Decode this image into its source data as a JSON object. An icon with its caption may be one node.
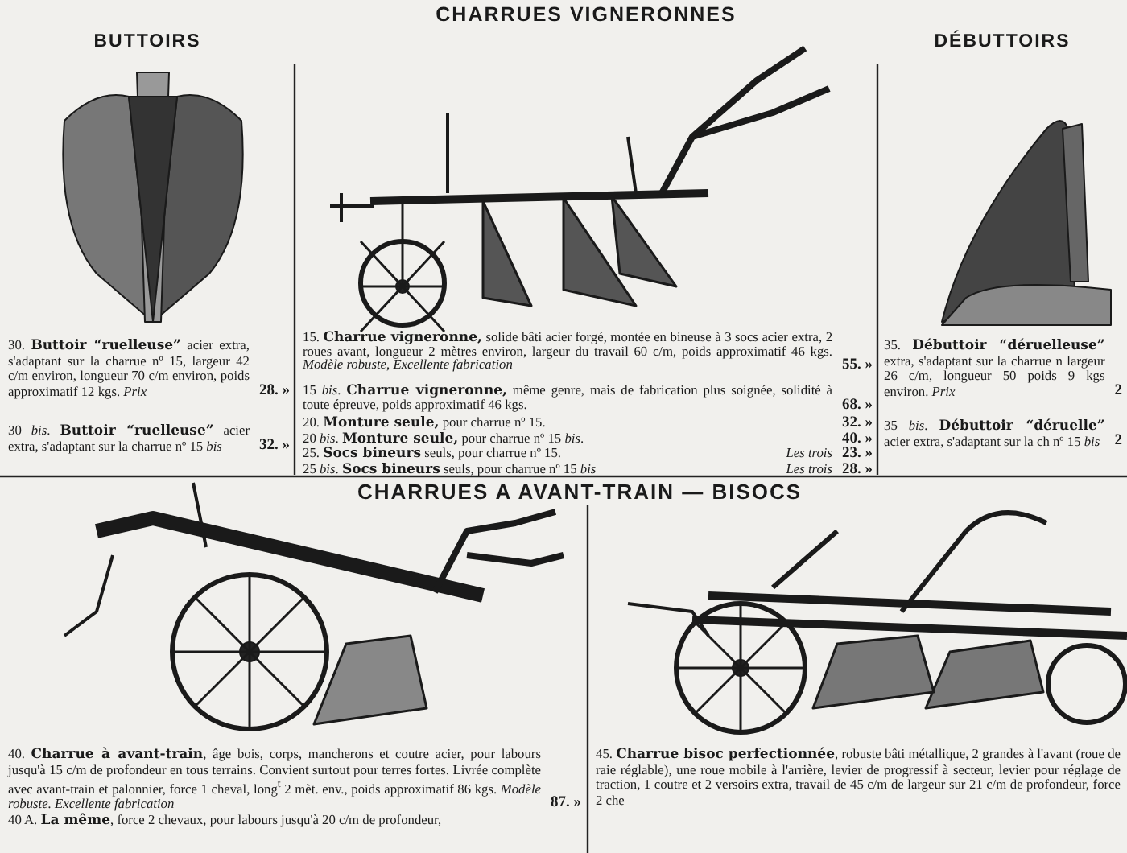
{
  "diagram": {
    "labels": [
      "BUTTOIRS",
      "CHARRUES VIGNERONNES",
      "DÉBUTTOIRS",
      "30. **Buttoir “ruelleuse”** acier extra, s'adaptant sur la charrue nº 15, largeur 42 c/m environ, longueur 70 c/m environ, poids approximatif 12 kgs. *Prix*",
      "28. »",
      "30 *bis*. **Buttoir “ruelleuse”** acier extra, s'adaptant sur la charrue nº 15 *bis*",
      "32. »",
      "15. **Charrue vigneronne,** solide bâti acier forgé, montée en bineuse à 3 socs acier extra, 2 roues avant, longueur 2 mètres environ, largeur du travail 60 c/m, poids approximatif 46 kgs. *Modèle robuste, Excellente fabrication*",
      "55. »",
      "15 *bis*. **Charrue vigneronne,** même genre, mais de fabrication plus soignée, solidité à toute épreuve, poids approximatif 46 kgs.",
      "68. »",
      "20. **Monture seule,** pour charrue nº 15.",
      "32. »",
      "20 *bis*. **Monture seule,** pour charrue nº 15 *bis*.",
      "40. »",
      "25. **Socs bineurs** seuls, pour charrue nº 15.",
      "Les trois",
      "23. »",
      "25 *bis*. **Socs bineurs** seuls, pour charrue nº 15 *bis*",
      "Les trois",
      "28. »",
      "35. **Débuttoir “déruelleuse”** extra, s'adaptant sur la charrue n largeur 26 c/m, longueur 50 poids 9 kgs environ. *Prix*",
      "2",
      "35 *bis*. **Débuttoir “déruelle”** acier extra, s'adaptant sur la ch nº 15 *bis*",
      "2",
      "CHARRUES A AVANT-TRAIN — BISOCS",
      "40. **Charrue à avant-train**, âge bois, corps, mancherons et coutre acier, pour labours jusqu'à 15 c/m de profondeur en tous terrains. Convient surtout pour terres fortes. Livrée complète avec avant-train et palonnier, force 1 cheval, long$^{t}$ 2 mèt. env., poids approximatif 86 kgs. *Modèle robuste. Excellente fabrication*",
      "87. »",
      "40 A. **La même**, force 2 chevaux, pour labours jusqu'à 20 c/m de profondeur,",
      "45. **Charrue bisoc perfectionnée**, robuste bâti métallique, 2 grandes à l'avant (roue de raie réglable), une roue mobile à l'arrière, levier de progressif à secteur, levier pour réglage de traction, 1 coutre et 2 versoirs extra, travail de 45 c/m de largeur sur 21 c/m de profondeur, force 2 che"
    ]
  }
}
